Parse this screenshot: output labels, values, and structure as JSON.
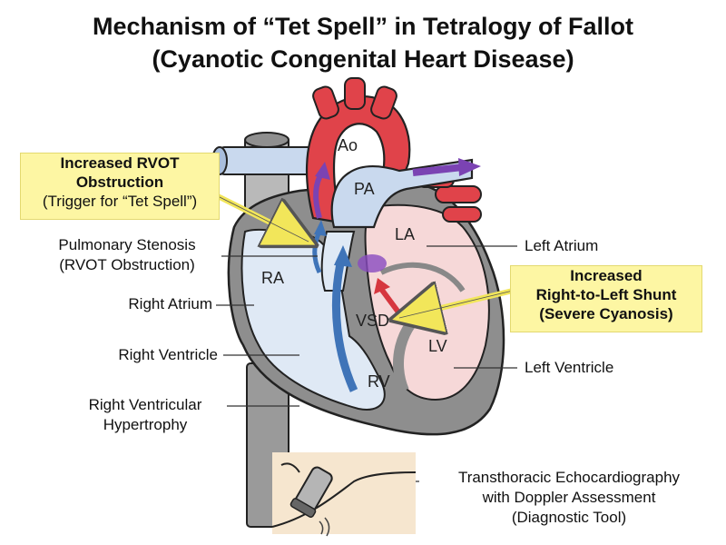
{
  "title": {
    "line1": "Mechanism of “Tet Spell” in Tetralogy of Fallot",
    "line2": "(Cyanotic Congenital Heart Disease)"
  },
  "heart_labels": {
    "ao": "Ao",
    "pa": "PA",
    "la": "LA",
    "ra": "RA",
    "vsd": "VSD",
    "lv": "LV",
    "rv": "RV"
  },
  "left_labels": {
    "pulmonary_stenosis": [
      "Pulmonary Stenosis",
      "(RVOT Obstruction)"
    ],
    "right_atrium": "Right Atrium",
    "right_ventricle": "Right Ventricle",
    "rv_hypertrophy": [
      "Right Ventricular",
      "Hypertrophy"
    ]
  },
  "right_labels": {
    "left_atrium": "Left Atrium",
    "left_ventricle": "Left Ventricle"
  },
  "callouts": {
    "rvot": {
      "bold": [
        "Increased RVOT",
        "Obstruction"
      ],
      "normal": "(Trigger for “Tet Spell”)"
    },
    "shunt": {
      "bold": [
        "Increased",
        "Right-to-Left Shunt",
        "(Severe Cyanosis)"
      ]
    }
  },
  "echo": [
    "Transthoracic Echocardiography",
    "with Doppler Assessment",
    "(Diagnostic Tool)"
  ],
  "colors": {
    "aorta_red": "#e0434a",
    "venous_blue": "#c9d9ee",
    "right_chamber": "#dfe9f5",
    "left_chamber": "#f6d8d8",
    "wall_gray": "#8e8e8e",
    "callout_yellow": "#fdf6a3",
    "flow_blue": "#3f74b8",
    "shunt_purple": "#7b43b3",
    "skin": "#f6e6cf"
  }
}
